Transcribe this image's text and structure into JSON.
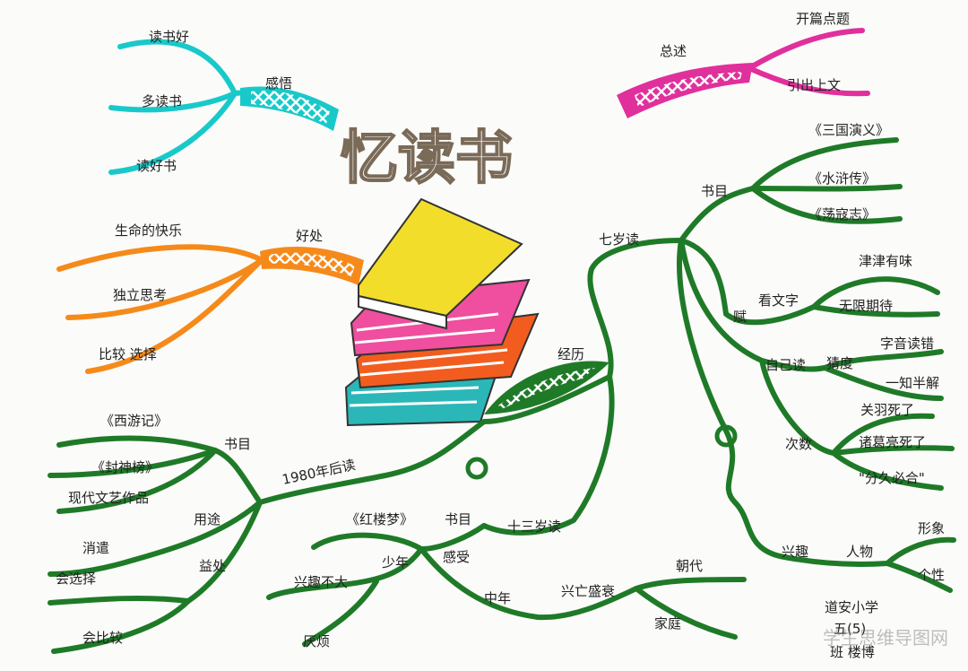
{
  "title": "忆读书",
  "colors": {
    "cyan": "#19c9c9",
    "magenta": "#e0309c",
    "orange": "#f58a1a",
    "green": "#1f7a28",
    "title_fill": "#ffffff",
    "title_outline": "#7a6a58",
    "book_yellow": "#f2dd2a",
    "book_pink": "#ef4f9e",
    "book_orange": "#f25d1f",
    "book_teal": "#2bb7b7"
  },
  "branches": {
    "ganwu": {
      "label": "感悟",
      "children": [
        "读书好",
        "多读书",
        "读好书"
      ]
    },
    "zongshu": {
      "label": "总述",
      "children": [
        "开篇点题",
        "引出上文"
      ]
    },
    "haochu": {
      "label": "好处",
      "children": [
        "生命的快乐",
        "独立思考",
        "比较 选择"
      ]
    },
    "jingli": {
      "label": "经历",
      "qisui": {
        "label": "七岁读",
        "shumu": {
          "label": "书目",
          "children": [
            "《三国演义》",
            "《水浒传》",
            "《荡寇志》"
          ]
        },
        "cheng": "赋",
        "kanwenzi": {
          "label": "看文字",
          "children": [
            "津津有味",
            "无限期待"
          ]
        },
        "zijidu": {
          "label": "自己读",
          "children": [
            "猜度",
            "字音读错",
            "一知半解"
          ]
        },
        "cishu": {
          "label": "次数",
          "children": [
            "关羽死了",
            "诸葛亮死了",
            "\"分久必合\""
          ]
        },
        "xingqu": {
          "label": "兴趣",
          "renwu": "人物",
          "children": [
            "形象",
            "个性"
          ]
        }
      },
      "shisansui": {
        "label": "十三岁读",
        "shumu": {
          "label": "书目",
          "children": [
            "《红楼梦》"
          ]
        },
        "gancu": "感受",
        "shaonian": {
          "label": "少年",
          "children": [
            "兴趣不大"
          ]
        },
        "zhongnian": {
          "label": "中年",
          "children": [
            "厌烦"
          ],
          "xingshuai": {
            "label": "兴亡盛衰",
            "children": [
              "朝代",
              "家庭"
            ]
          }
        }
      },
      "hou1980": {
        "label": "1980年后读",
        "shumu": {
          "label": "书目",
          "children": [
            "《西游记》",
            "《封神榜》",
            "现代文艺作品"
          ]
        },
        "yongtu": {
          "label": "用途",
          "children": [
            "消遣"
          ]
        },
        "haochu": {
          "label": "益处",
          "children": [
            "会选择",
            "会比较"
          ]
        }
      }
    }
  },
  "credit": [
    "道安小学",
    "五(5)",
    "班 楼博"
  ],
  "watermark": "学生思维导图网"
}
